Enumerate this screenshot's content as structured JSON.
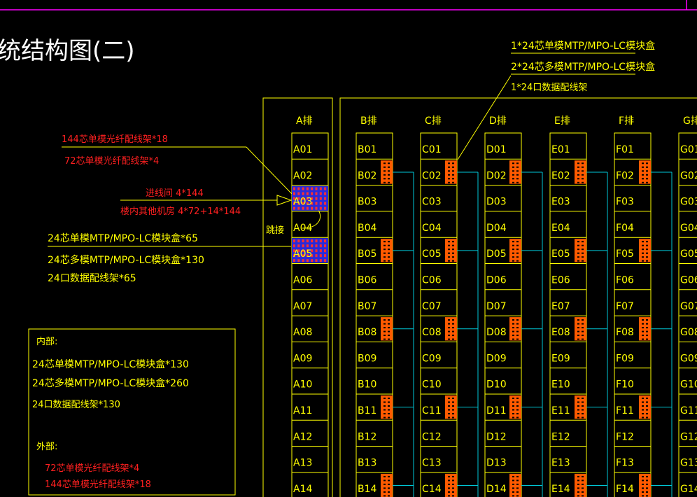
{
  "title": "统结构图(二)",
  "legend_top": {
    "lines": [
      "1*24芯单模MTP/MPO-LC模块盒",
      "2*24芯多模MTP/MPO-LC模块盒",
      "1*24口数据配线架"
    ]
  },
  "left_notes": {
    "red_top": [
      "144芯单模光纤配线架*18",
      "72芯单模光纤配线架*4"
    ],
    "red_mid": [
      "进线间 4*144",
      "楼内其他机房 4*72+14*144"
    ],
    "yellow_mid": [
      "24芯单模MTP/MPO-LC模块盒*65",
      "24芯多模MTP/MPO-LC模块盒*130",
      "24口数据配线架*65"
    ],
    "jump_label": "跳接"
  },
  "summary_box": {
    "internal_title": "内部:",
    "internal_lines": [
      "24芯单模MTP/MPO-LC模块盒*130",
      "24芯多模MTP/MPO-LC模块盒*260",
      "24口数据配线架*130"
    ],
    "external_title": "外部:",
    "external_lines": [
      "72芯单模光纤配线架*4",
      "144芯单模光纤配线架*18"
    ]
  },
  "rows": [
    {
      "header": "A排",
      "letter": "A"
    },
    {
      "header": "B排",
      "letter": "B"
    },
    {
      "header": "C排",
      "letter": "C"
    },
    {
      "header": "D排",
      "letter": "D"
    },
    {
      "header": "E排",
      "letter": "E"
    },
    {
      "header": "F排",
      "letter": "F"
    },
    {
      "header": "G排",
      "letter": "G"
    }
  ],
  "cabinet_labels": [
    "01",
    "02",
    "03",
    "04",
    "05",
    "06",
    "07",
    "08",
    "09",
    "10",
    "11",
    "12",
    "13",
    "14"
  ],
  "patch_positions": [
    "02",
    "05",
    "08",
    "11",
    "14"
  ],
  "colors": {
    "line": "#ffff00",
    "red_text": "#ff2020",
    "patch": "#ff5a00",
    "connector": "#00c8d8",
    "border": "#ff00ff"
  }
}
